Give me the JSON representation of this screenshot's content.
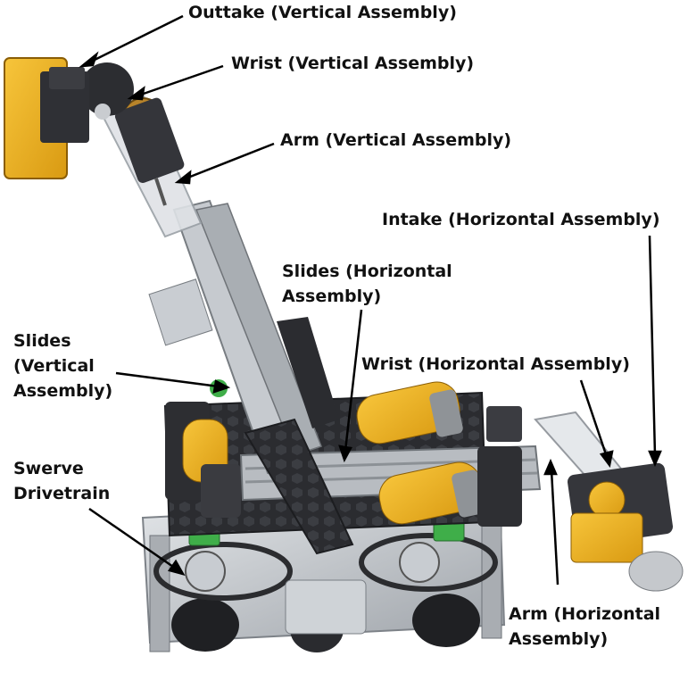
{
  "labels": {
    "outtake_vertical": "Outtake (Vertical Assembly)",
    "wrist_vertical": "Wrist (Vertical Assembly)",
    "arm_vertical": "Arm (Vertical Assembly)",
    "intake_horizontal": "Intake (Horizontal Assembly)",
    "slides_horizontal": [
      "Slides (Horizontal",
      "Assembly)"
    ],
    "slides_vertical": [
      "Slides",
      "(Vertical",
      "Assembly)"
    ],
    "wrist_horizontal": "Wrist (Horizontal Assembly)",
    "swerve_drivetrain": [
      "Swerve",
      "Drivetrain"
    ],
    "arm_horizontal": [
      "Arm (Horizontal",
      "Assembly)"
    ]
  },
  "colors": {
    "arrow": "#000000",
    "accent_yellow": "#f2b51c",
    "aluminum": "#bfc3c8",
    "dark_parts": "#2e2f33",
    "green_parts": "#3fae49"
  }
}
